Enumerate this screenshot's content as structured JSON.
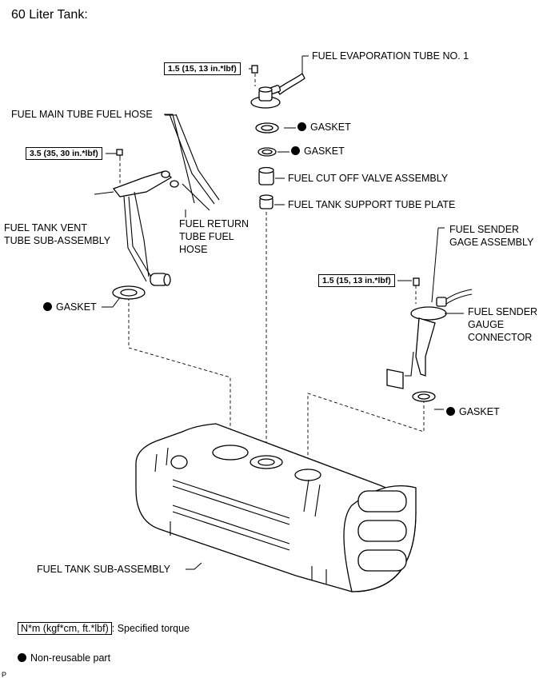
{
  "heading": "60 Liter Tank:",
  "labels": {
    "evap_tube": "FUEL EVAPORATION TUBE NO. 1",
    "main_tube_hose": "FUEL MAIN TUBE FUEL HOSE",
    "gasket_1": "GASKET",
    "gasket_2": "GASKET",
    "cut_off_valve": "FUEL CUT OFF VALVE ASSEMBLY",
    "support_plate": "FUEL TANK SUPPORT TUBE PLATE",
    "vent_tube_line1": "FUEL TANK VENT",
    "vent_tube_line2": "TUBE SUB-ASSEMBLY",
    "return_hose_line1": "FUEL RETURN",
    "return_hose_line2": "TUBE FUEL",
    "return_hose_line3": "HOSE",
    "sender_gage_line1": "FUEL SENDER",
    "sender_gage_line2": "GAGE ASSEMBLY",
    "sender_conn_line1": "FUEL SENDER",
    "sender_conn_line2": "GAUGE",
    "sender_conn_line3": "CONNECTOR",
    "gasket_left": "GASKET",
    "gasket_right": "GASKET",
    "tank": "FUEL TANK SUB-ASSEMBLY"
  },
  "torques": {
    "top": "1.5 (15, 13 in.*lbf)",
    "left": "3.5 (35, 30 in.*lbf)",
    "right": "1.5 (15, 13 in.*lbf)"
  },
  "legend": {
    "torque_box": "N*m (kgf*cm, ft.*lbf)",
    "torque_text": ": Specified torque",
    "nonreusable_text": "Non-reusable part"
  },
  "corner_mark": "P"
}
